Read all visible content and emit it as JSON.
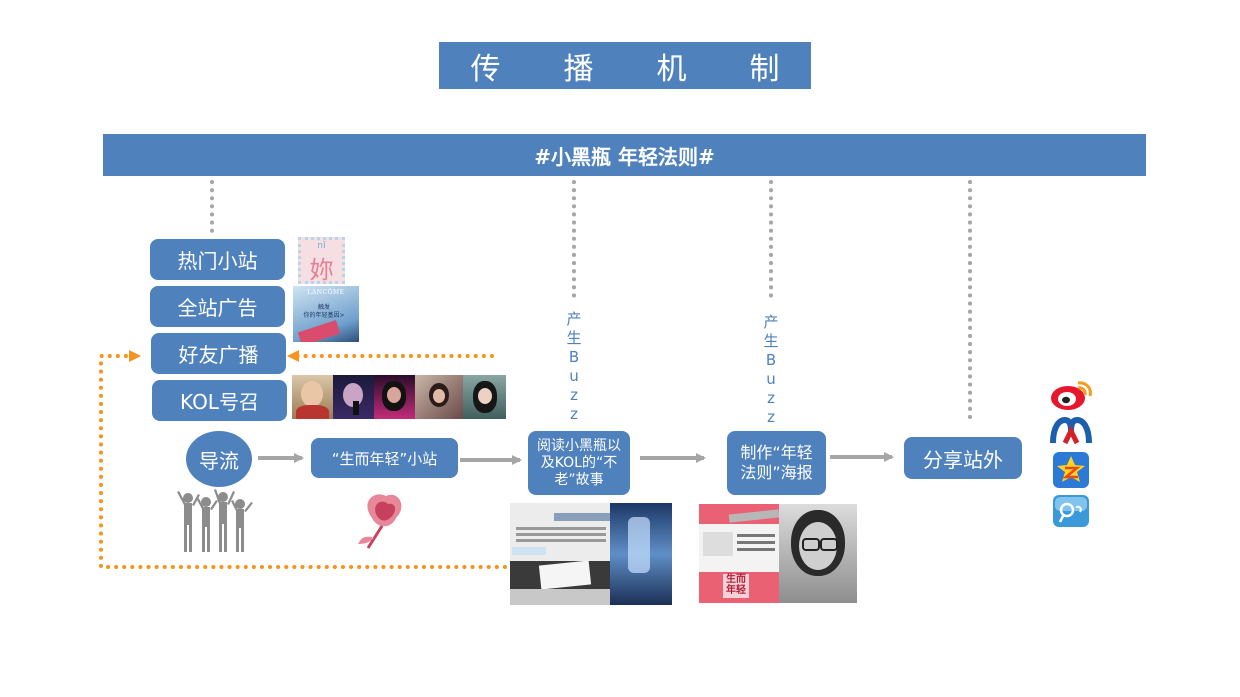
{
  "title": {
    "chars": [
      "传",
      "播",
      "机",
      "制"
    ]
  },
  "banner": {
    "text": "#小黑瓶 年轻法则#"
  },
  "channels": [
    {
      "label": "热门小站"
    },
    {
      "label": "全站广告"
    },
    {
      "label": "好友广播"
    },
    {
      "label": "KOL号召"
    }
  ],
  "ads": {
    "ni_pinyin": "nǐ",
    "ni_char": "妳",
    "lancome_brand": "LANCÔME",
    "lancome_text": "触发\n你的年轻基因>"
  },
  "flow": {
    "guide": "导流",
    "site": "“生而年轻”小站",
    "read_story": "阅读小黑瓶以及KOL的“不老”故事",
    "make_poster": "制作“年轻法则”海报",
    "share": "分享站外"
  },
  "buzz": {
    "chars": [
      "产",
      "生",
      "B",
      "u",
      "z",
      "z"
    ]
  },
  "poster": {
    "stamp": "生而年轻"
  },
  "colors": {
    "primary": "#4f81bd",
    "accent": "#f7941d",
    "connector": "#a6a6a6"
  },
  "share_icons": [
    "weibo-icon",
    "renren-icon",
    "qzone-icon",
    "tencent-weibo-icon"
  ]
}
